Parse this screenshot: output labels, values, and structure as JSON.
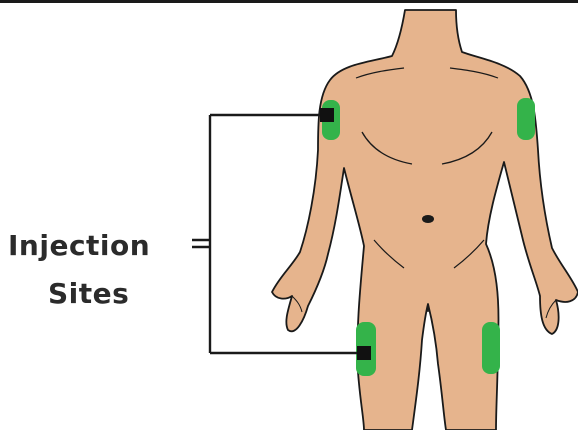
{
  "title_lines": [
    "Injection",
    "Sites"
  ],
  "colors": {
    "skin": "#e6b48d",
    "outline": "#1a1a1a",
    "site": "#34b34a",
    "marker": "#111111"
  },
  "icons": [
    "human-body-front",
    "injection-site-marker"
  ],
  "injection_sites": [
    "left-upper-arm",
    "right-upper-arm",
    "left-thigh",
    "right-thigh"
  ]
}
